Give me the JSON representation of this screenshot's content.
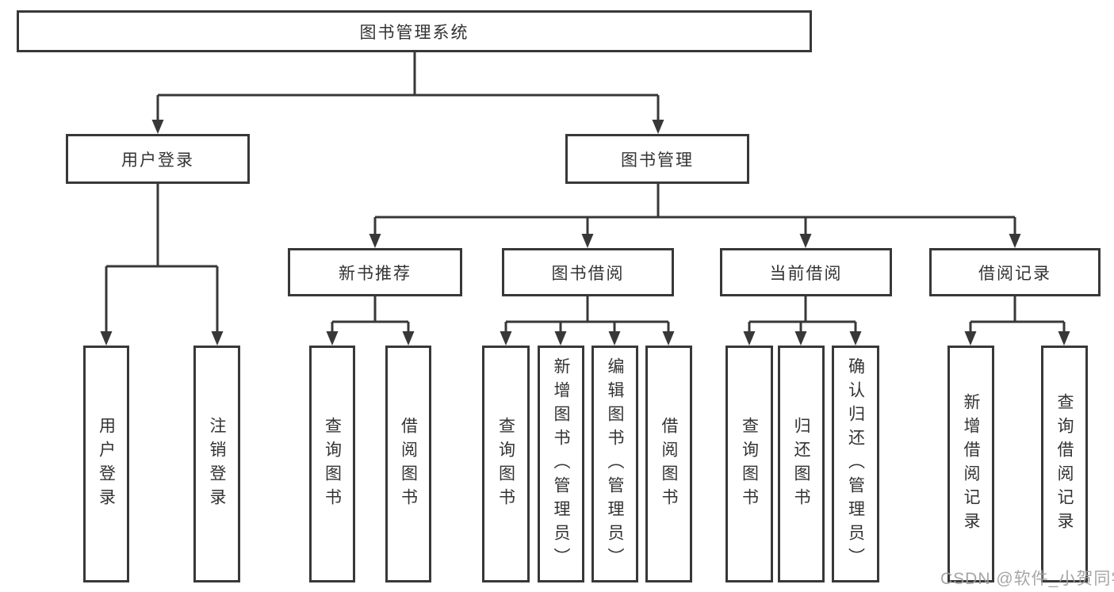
{
  "diagram": {
    "title": "图书管理系统",
    "colors": {
      "line": "#383838",
      "text": "#333333",
      "background": "#ffffff",
      "watermark": "#9e9e9e"
    },
    "tree": {
      "root": "图书管理系统",
      "branches": [
        {
          "label": "用户登录",
          "children": [
            "用户登录",
            "注销登录"
          ]
        },
        {
          "label": "图书管理",
          "sections": [
            {
              "label": "新书推荐",
              "children": [
                "查询图书",
                "借阅图书"
              ]
            },
            {
              "label": "图书借阅",
              "children": [
                "查询图书",
                "新增图书（管理员）",
                "编辑图书（管理员）",
                "借阅图书"
              ]
            },
            {
              "label": "当前借阅",
              "children": [
                "查询图书",
                "归还图书",
                "确认归还（管理员）"
              ]
            },
            {
              "label": "借阅记录",
              "children": [
                "新增借阅记录",
                "查询借阅记录"
              ]
            }
          ]
        }
      ]
    },
    "watermark": "CSDN @软件_小贺同学"
  }
}
